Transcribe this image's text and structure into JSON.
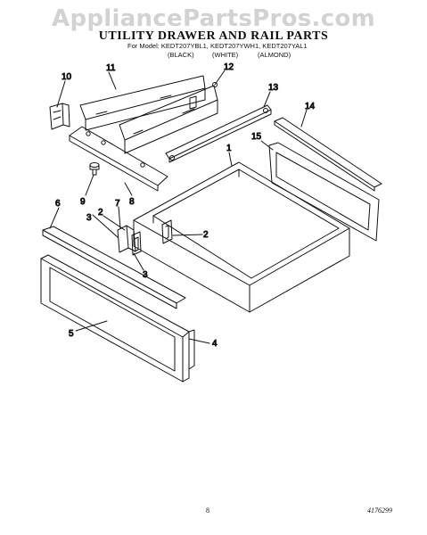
{
  "watermark": "AppliancePartsPros.com",
  "title": "UTILITY DRAWER AND RAIL PARTS",
  "models_line": "For Model: KEDT207YBL1, KEDT207YWH1, KEDT207YAL1",
  "colors": [
    "(BLACK)",
    "(WHITE)",
    "(ALMOND)"
  ],
  "callouts": {
    "c10": "10",
    "c11": "11",
    "c12": "12",
    "c13": "13",
    "c14": "14",
    "c15": "15",
    "c1": "1",
    "c9": "9",
    "c8": "8",
    "c6": "6",
    "c7": "7",
    "c3a": "3",
    "c2a": "2",
    "c2b": "2",
    "c3b": "3",
    "c5": "5",
    "c4": "4"
  },
  "footer": {
    "page": "8",
    "code": "4176299"
  }
}
